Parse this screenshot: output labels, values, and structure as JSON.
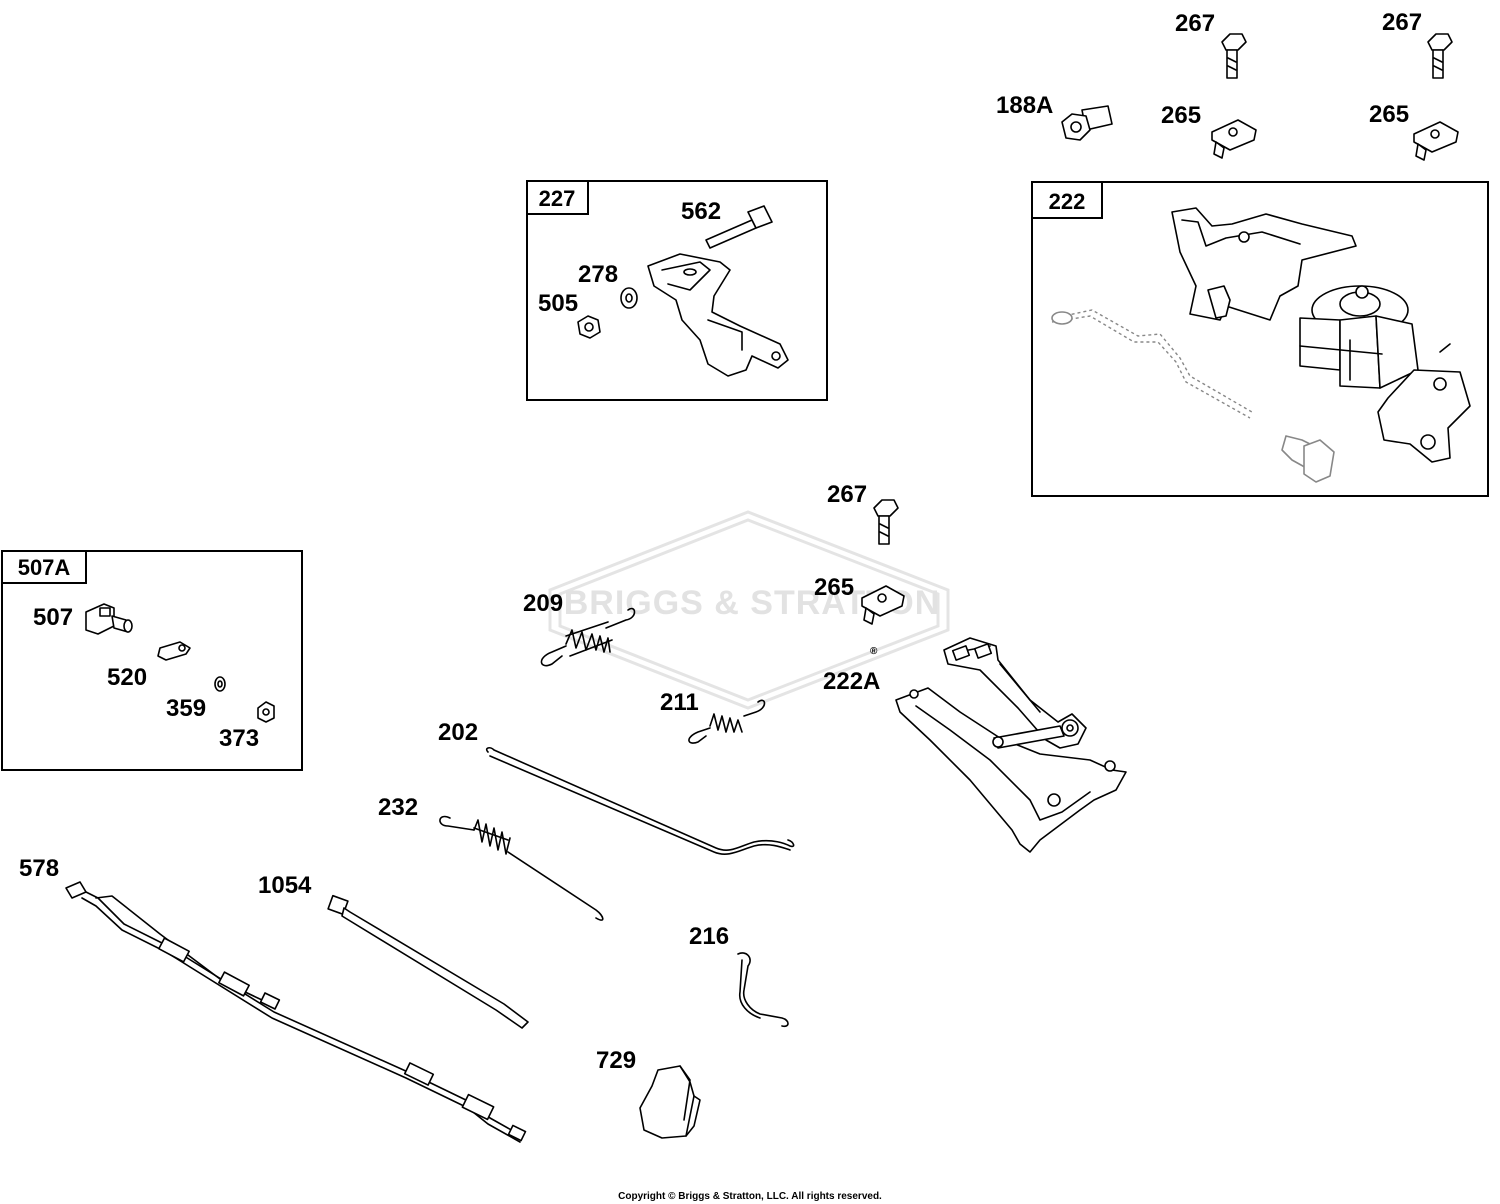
{
  "watermark": {
    "brand": "BRIGGS & STRATTON",
    "registered": "®"
  },
  "copyright": "Copyright © Briggs & Stratton, LLC. All rights reserved.",
  "callouts": {
    "p267a": "267",
    "p267b": "267",
    "p188a": "188A",
    "p265a": "265",
    "p265b": "265",
    "p267c": "267",
    "p265c": "265",
    "p209": "209",
    "p222a": "222A",
    "p211": "211",
    "p202": "202",
    "p232": "232",
    "p578": "578",
    "p1054": "1054",
    "p216": "216",
    "p729": "729"
  },
  "box227": {
    "title": "227",
    "p562": "562",
    "p278": "278",
    "p505": "505"
  },
  "box222": {
    "title": "222"
  },
  "box507a": {
    "title": "507A",
    "p507": "507",
    "p520": "520",
    "p359": "359",
    "p373": "373"
  }
}
